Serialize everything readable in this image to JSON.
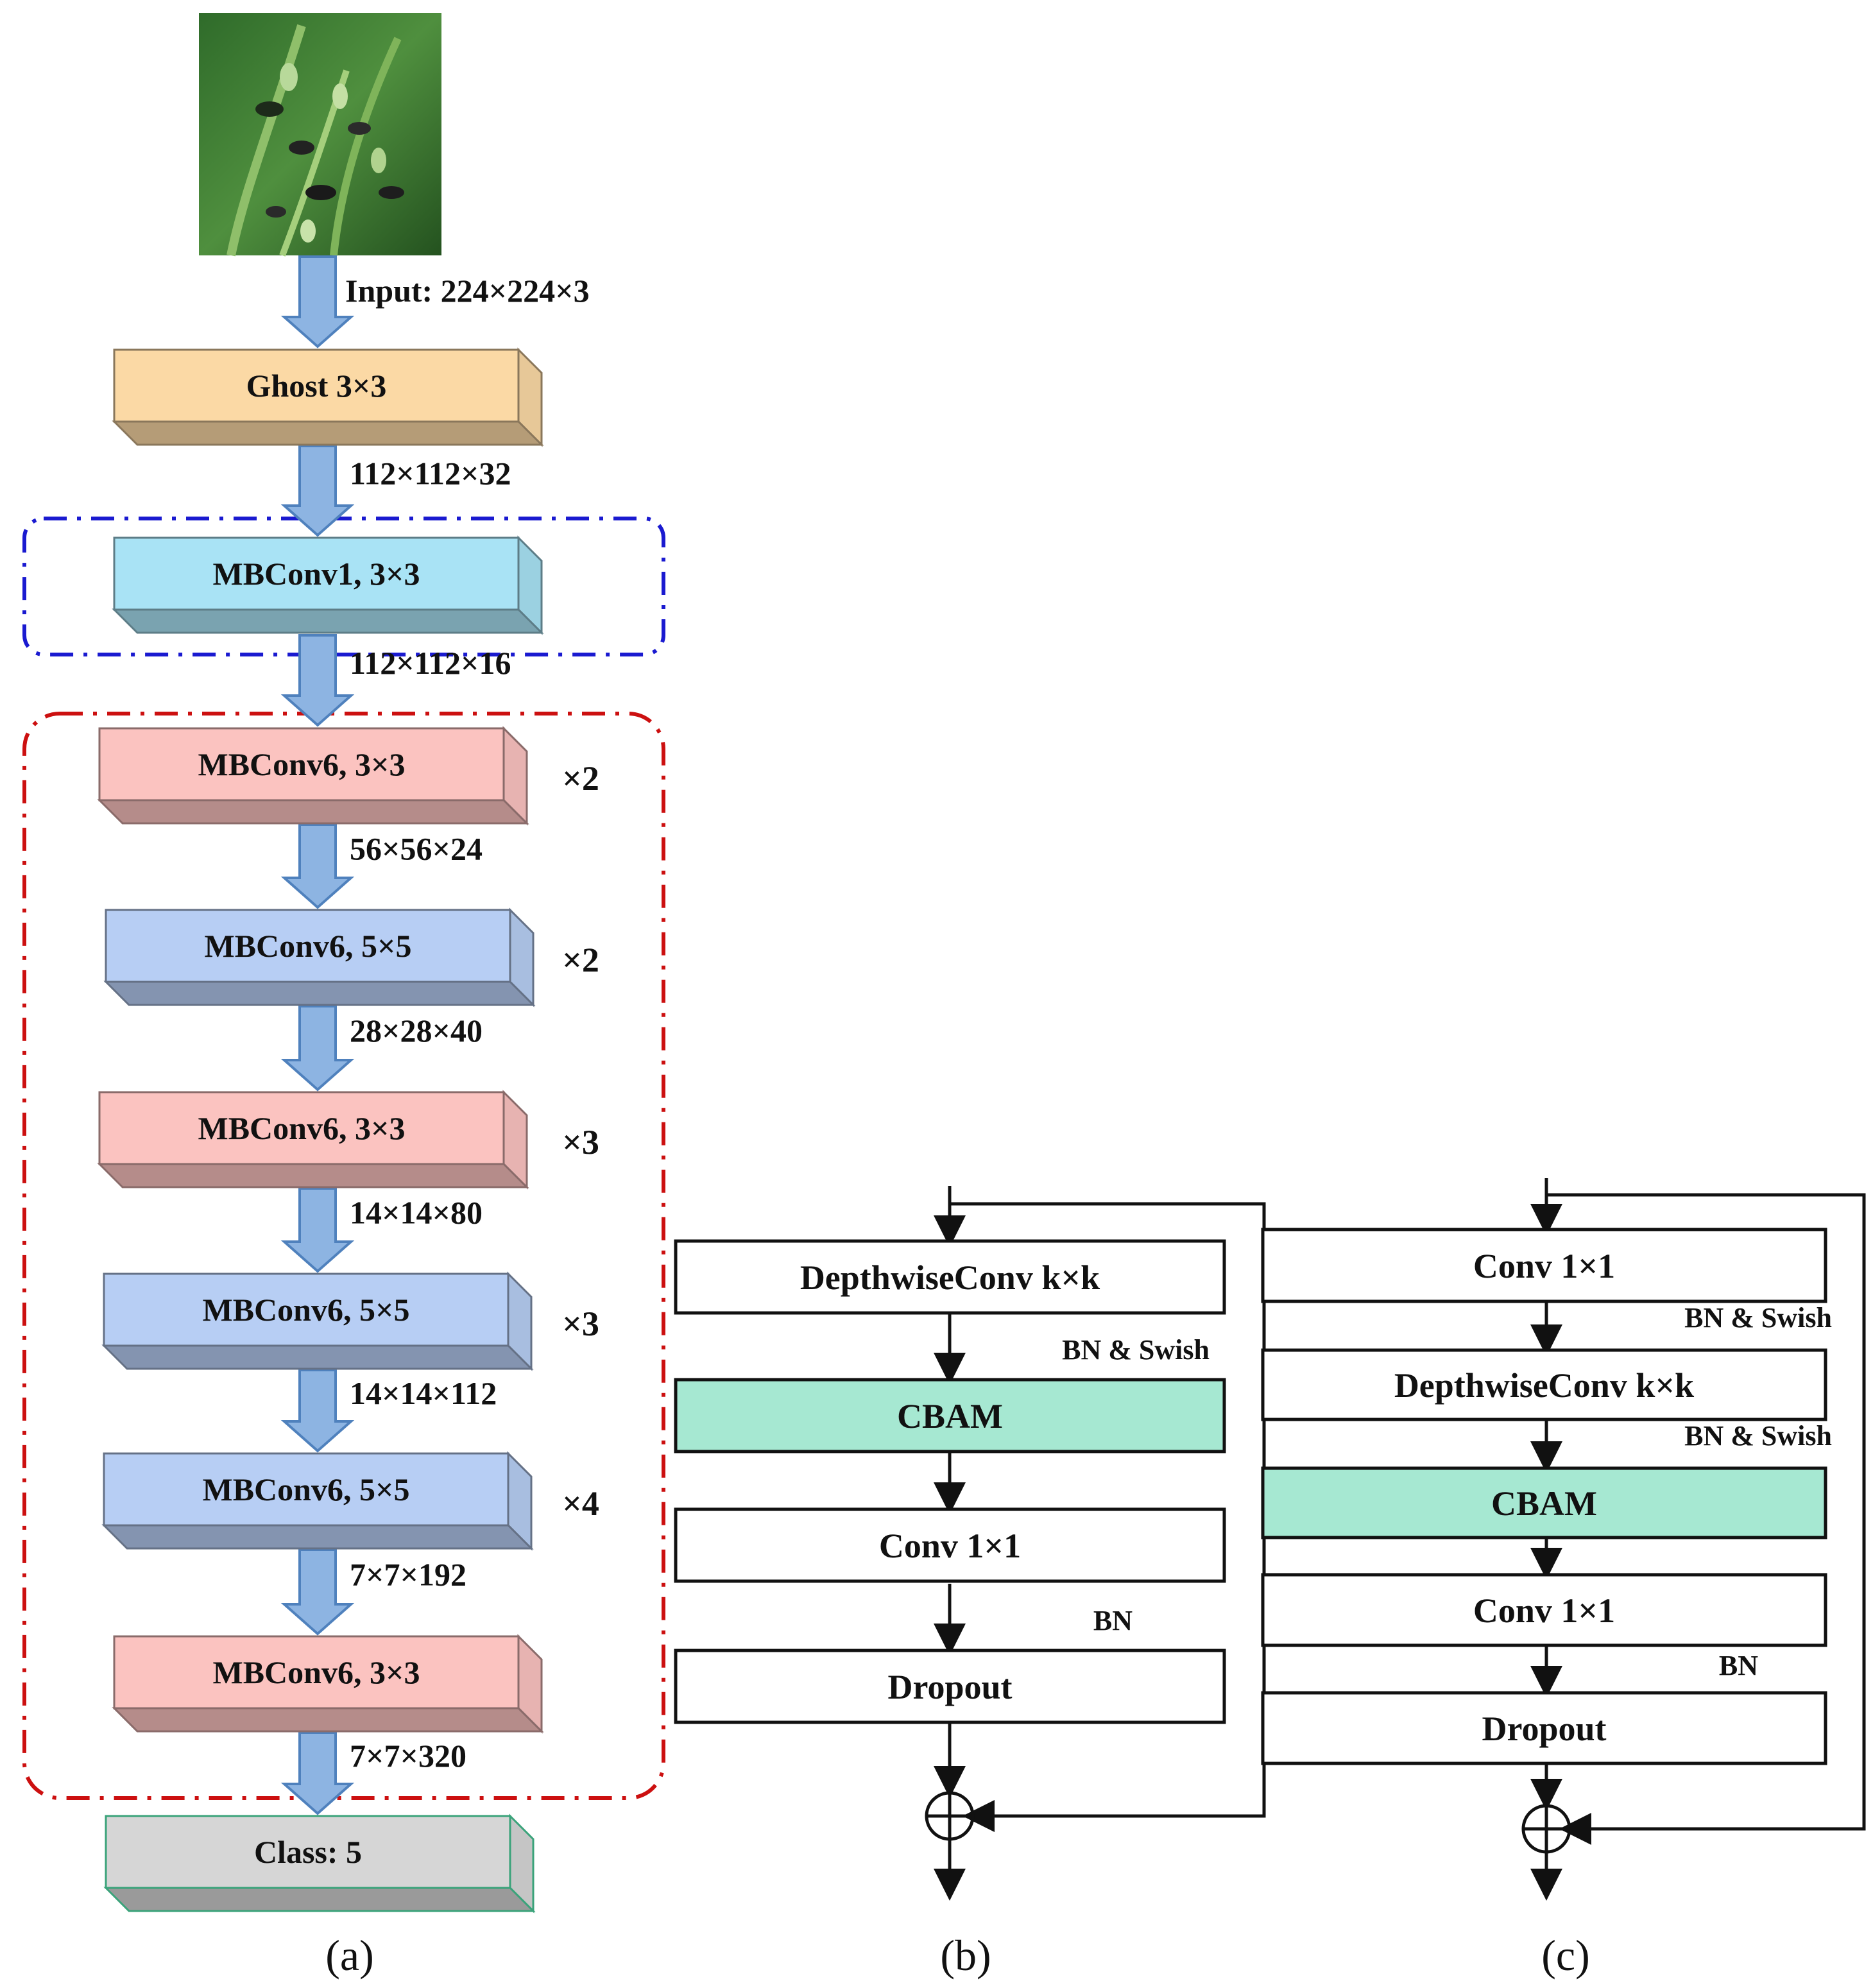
{
  "input": {
    "photo_subject": "rice panicle with disease",
    "label": "Input: 224×224×3"
  },
  "panel_a": {
    "caption": "(a)",
    "blocks": [
      {
        "text": "Ghost 3×3",
        "kind": "ghost"
      },
      {
        "text": "MBConv1, 3×3",
        "kind": "mb1"
      },
      {
        "text": "MBConv6, 3×3",
        "kind": "pink",
        "repeat": "×2"
      },
      {
        "text": "MBConv6, 5×5",
        "kind": "blue",
        "repeat": "×2"
      },
      {
        "text": "MBConv6, 3×3",
        "kind": "pink",
        "repeat": "×3"
      },
      {
        "text": "MBConv6, 5×5",
        "kind": "blue",
        "repeat": "×3"
      },
      {
        "text": "MBConv6, 5×5",
        "kind": "blue",
        "repeat": "×4"
      },
      {
        "text": "MBConv6, 3×3",
        "kind": "pink"
      },
      {
        "text": "Class: 5",
        "kind": "class"
      }
    ],
    "shapes": [
      "112×112×32",
      "112×112×16",
      "56×56×24",
      "28×28×40",
      "14×14×80",
      "14×14×112",
      "7×7×192",
      "7×7×320"
    ]
  },
  "panel_b": {
    "caption": "(b)",
    "layers": [
      "DepthwiseConv k×k",
      "CBAM",
      "Conv 1×1",
      "Dropout"
    ],
    "annotations": [
      "BN & Swish",
      "BN"
    ]
  },
  "panel_c": {
    "caption": "(c)",
    "layers": [
      "Conv 1×1",
      "DepthwiseConv  k×k",
      "CBAM",
      "Conv 1×1",
      "Dropout"
    ],
    "annotations": [
      "BN & Swish",
      "BN & Swish",
      "BN"
    ]
  },
  "colors": {
    "ghost": "#fbd9a5",
    "mb1": "#a9e3f5",
    "pink": "#fbc3c0",
    "blue": "#b7cef4",
    "class": "#d6d6d6",
    "class_border": "#3aa37a",
    "cbam": "#a6e8d2",
    "arrow_fill": "#8db4e2",
    "arrow_stroke": "#4f81bd",
    "blue_group": "#1a1ad0",
    "red_group": "#cc1010"
  }
}
